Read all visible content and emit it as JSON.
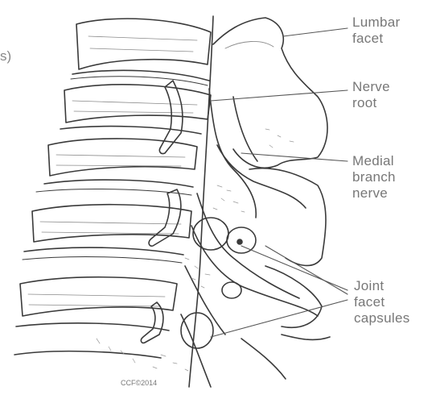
{
  "labels": {
    "lumbar_facet": [
      "Lumbar",
      "facet"
    ],
    "nerve_root": [
      "Nerve",
      "root"
    ],
    "medial_branch": [
      "Medial",
      "branch",
      "nerve"
    ],
    "joint_capsules": [
      "Joint",
      "facet",
      "capsules"
    ]
  },
  "cropped_text": {
    "left_paren": "s)"
  },
  "figure_tag": "CCF©2014",
  "colors": {
    "ink": "#3a3a3a",
    "label": "#777777",
    "hatch": "#8a8a8a"
  }
}
